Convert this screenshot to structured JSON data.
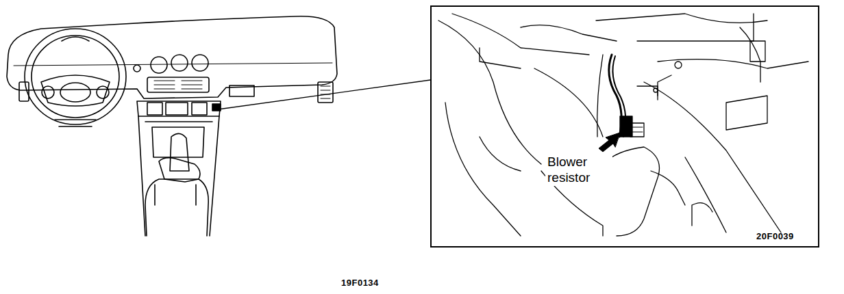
{
  "diagram": {
    "nodes": [
      {
        "text": [
          "Blower resistor",
          "20F0039"
        ]
      }
    ],
    "labels": [
      "19F0134"
    ]
  }
}
